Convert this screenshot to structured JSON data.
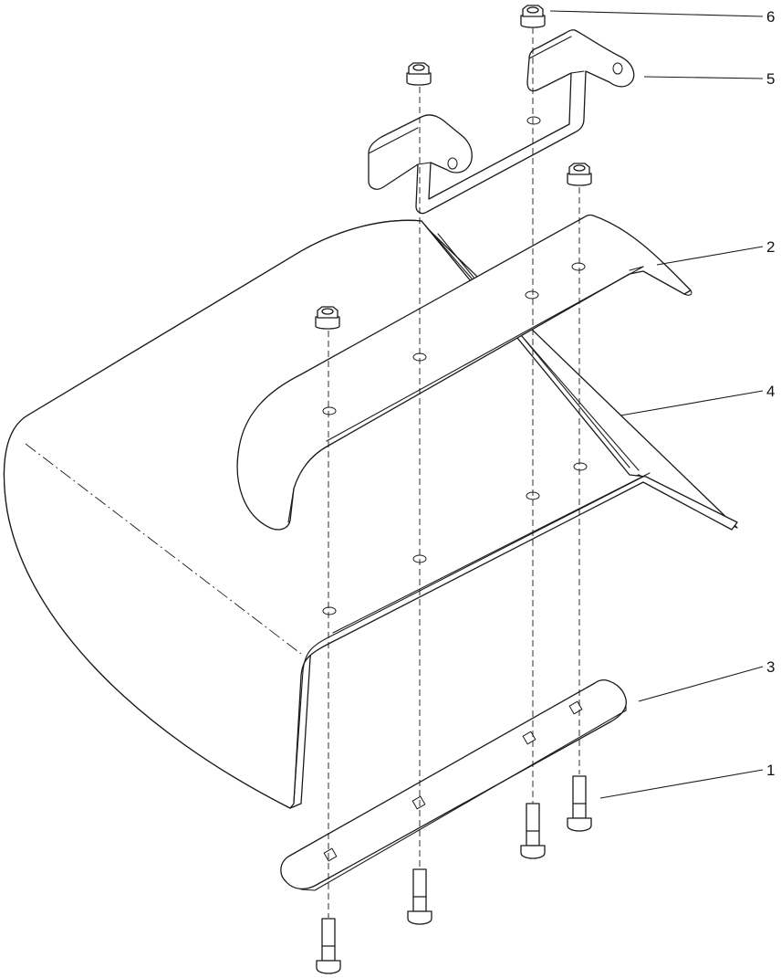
{
  "callouts": [
    {
      "id": "6",
      "label": "6"
    },
    {
      "id": "5",
      "label": "5"
    },
    {
      "id": "2",
      "label": "2"
    },
    {
      "id": "4",
      "label": "4"
    },
    {
      "id": "3",
      "label": "3"
    },
    {
      "id": "1",
      "label": "1"
    }
  ]
}
